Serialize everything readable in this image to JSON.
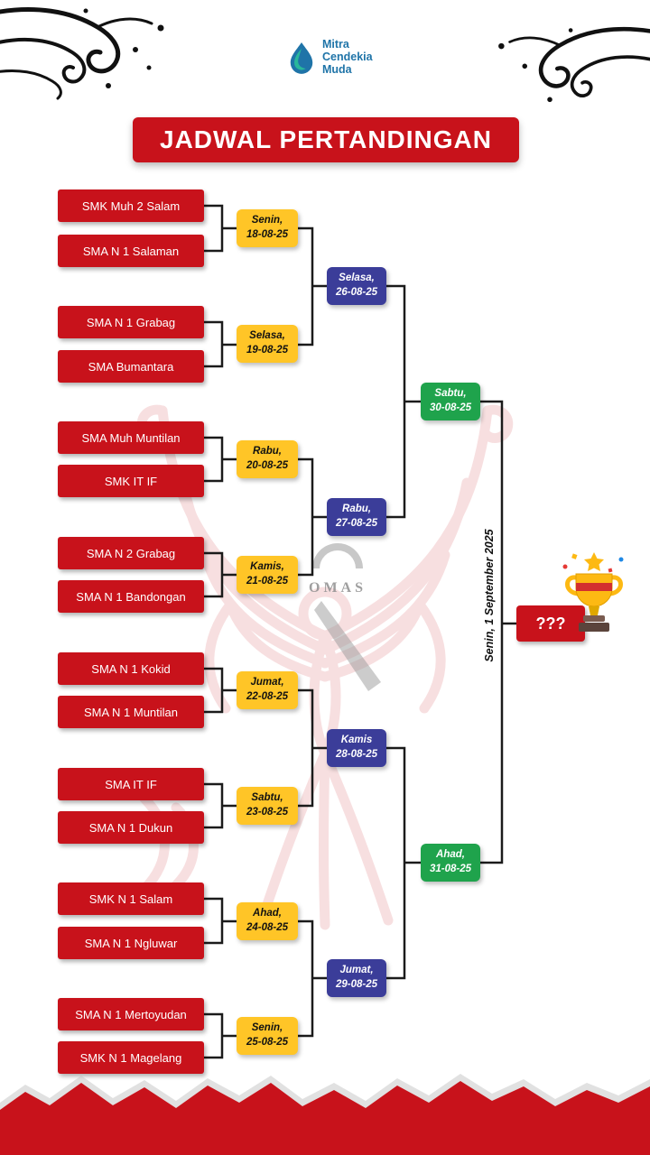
{
  "logo": {
    "lines": [
      "Mitra",
      "Cendekia",
      "Muda"
    ]
  },
  "title": "JADWAL PERTANDINGAN",
  "watermark_text": "OMAS",
  "colors": {
    "red": "#C8121B",
    "yellow": "#FFC527",
    "blue": "#3B3D99",
    "green": "#1FA34C",
    "line": "#1b1b1b",
    "logo_blue": "#1F74A8",
    "logo_teal": "#28B79B"
  },
  "bracket": {
    "teams": [
      "SMK Muh 2 Salam",
      "SMA N 1 Salaman",
      "SMA N 1 Grabag",
      "SMA Bumantara",
      "SMA Muh Muntilan",
      "SMK IT IF",
      "SMA N 2 Grabag",
      "SMA N 1 Bandongan",
      "SMA N 1 Kokid",
      "SMA N 1 Muntilan",
      "SMA IT IF",
      "SMA N 1 Dukun",
      "SMK N 1 Salam",
      "SMA N 1 Ngluwar",
      "SMA N 1 Mertoyudan",
      "SMK N 1 Magelang"
    ],
    "round1": [
      {
        "day": "Senin,",
        "date": "18-08-25"
      },
      {
        "day": "Selasa,",
        "date": "19-08-25"
      },
      {
        "day": "Rabu,",
        "date": "20-08-25"
      },
      {
        "day": "Kamis,",
        "date": "21-08-25"
      },
      {
        "day": "Jumat,",
        "date": "22-08-25"
      },
      {
        "day": "Sabtu,",
        "date": "23-08-25"
      },
      {
        "day": "Ahad,",
        "date": "24-08-25"
      },
      {
        "day": "Senin,",
        "date": "25-08-25"
      }
    ],
    "round2": [
      {
        "day": "Selasa,",
        "date": "26-08-25"
      },
      {
        "day": "Rabu,",
        "date": "27-08-25"
      },
      {
        "day": "Kamis",
        "date": "28-08-25"
      },
      {
        "day": "Jumat,",
        "date": "29-08-25"
      }
    ],
    "semifinal": [
      {
        "day": "Sabtu,",
        "date": "30-08-25"
      },
      {
        "day": "Ahad,",
        "date": "31-08-25"
      }
    ],
    "final_label": "Senin, 1 September 2025",
    "champion_placeholder": "???"
  }
}
